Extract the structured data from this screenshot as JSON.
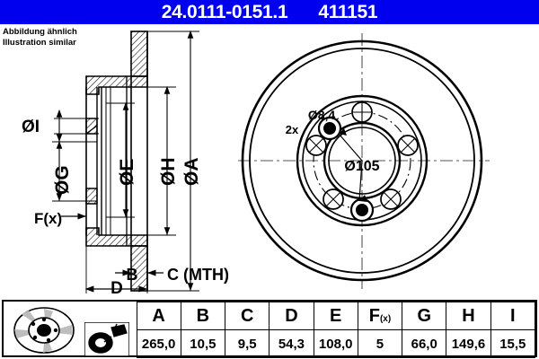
{
  "header": {
    "part_number": "24.0111-0151.1",
    "reference_number": "411151",
    "bg_color": "#0000ee",
    "text_color": "#ffffff"
  },
  "illustration_note": {
    "line_de": "Abbildung ähnlich",
    "line_en": "Illustration similar"
  },
  "section_view": {
    "dimension_labels": [
      {
        "id": "I",
        "text": "ØI",
        "orientation": "horizontal"
      },
      {
        "id": "G",
        "text": "ØG",
        "orientation": "vertical"
      },
      {
        "id": "E",
        "text": "ØE",
        "orientation": "vertical"
      },
      {
        "id": "H",
        "text": "ØH",
        "orientation": "vertical"
      },
      {
        "id": "A",
        "text": "ØA",
        "orientation": "vertical"
      },
      {
        "id": "F",
        "text": "F(x)",
        "orientation": "horizontal"
      },
      {
        "id": "B",
        "text": "B",
        "orientation": "horizontal"
      },
      {
        "id": "C",
        "text": "C (MTH)",
        "orientation": "horizontal"
      },
      {
        "id": "D",
        "text": "D",
        "orientation": "horizontal"
      }
    ]
  },
  "face_view": {
    "center_bore_label": "Ø105",
    "thread_hole_label": "Ø8,4",
    "thread_hole_count_label": "2x",
    "bolt_hole_count": 5,
    "thread_hole_count": 2
  },
  "spec_table": {
    "headers": [
      "A",
      "B",
      "C",
      "D",
      "E",
      "F(x)",
      "G",
      "H",
      "I"
    ],
    "fx_header_base": "F",
    "fx_header_sub": "(x)",
    "values": [
      "265,0",
      "10,5",
      "9,5",
      "54,3",
      "108,0",
      "5",
      "66,0",
      "149,6",
      "15,5"
    ],
    "icons": [
      "brake-disc-icon",
      "coated-disc-icon"
    ]
  }
}
